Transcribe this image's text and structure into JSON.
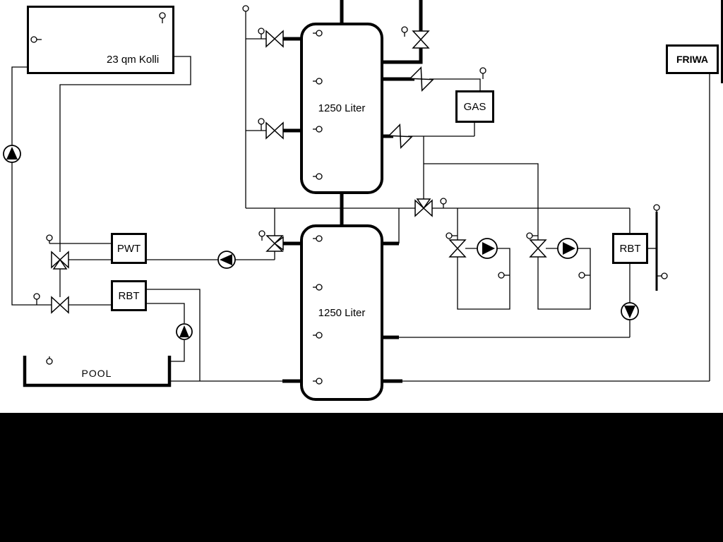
{
  "components": {
    "collector": {
      "label": "23 qm Kolli"
    },
    "buffer_tank_top": {
      "label": "1250 Liter"
    },
    "buffer_tank_bottom": {
      "label": "1250 Liter"
    },
    "pwt_heat_exchanger": {
      "label": "PWT"
    },
    "rbt_left": {
      "label": "RBT"
    },
    "rbt_right": {
      "label": "RBT"
    },
    "gas_boiler": {
      "label": "GAS"
    },
    "friwa_station": {
      "label": "FRIWA"
    },
    "pool": {
      "label": "POOL"
    }
  },
  "equipment": {
    "pumps": [
      "solar-pump",
      "pwt-pump",
      "pool-pump",
      "heating-pump-1",
      "heating-pump-2",
      "rbt-right-pump"
    ],
    "valve_types": [
      "shutoff-valve",
      "three-way-valve",
      "check-valve"
    ],
    "sensor_type": "temperature-sensor"
  },
  "colors": {
    "line": "#000000",
    "sheet": "#ffffff",
    "letterbox": "#000000"
  }
}
